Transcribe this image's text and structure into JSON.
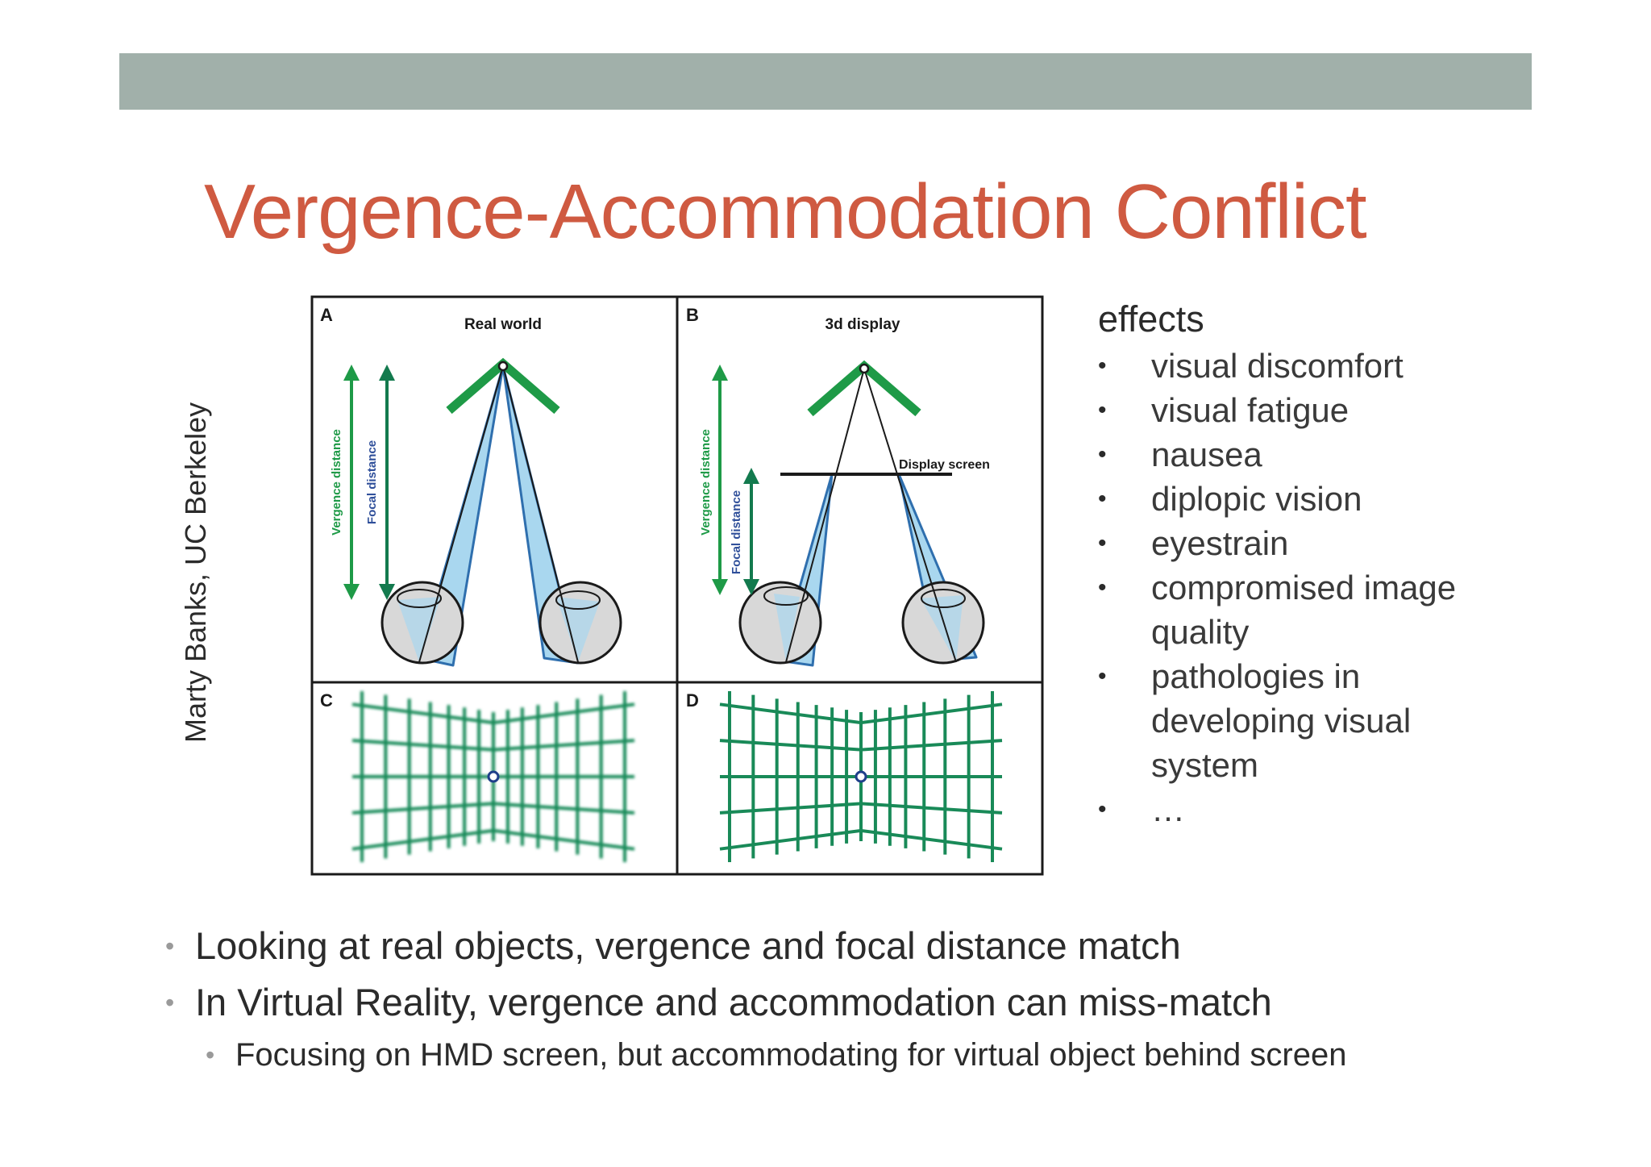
{
  "slide": {
    "title": "Vergence-Accommodation Conflict",
    "credit": "Marty Banks, UC Berkeley"
  },
  "figure": {
    "panels": [
      {
        "letter": "A",
        "caption": "Real world",
        "labels": [
          "Vergence distance",
          "Focal distance"
        ]
      },
      {
        "letter": "B",
        "caption": "3d display",
        "labels": [
          "Vergence distance",
          "Focal distance"
        ],
        "screen_label": "Display screen"
      },
      {
        "letter": "C"
      },
      {
        "letter": "D"
      }
    ],
    "colors": {
      "green": "#1e9a47",
      "dark_green": "#137a4e",
      "blue": "#2f6fae",
      "light_blue": "#a9d7ef",
      "grid_green": "#198a58",
      "eye_gray": "#d8d8d8"
    }
  },
  "effects": {
    "heading": "effects",
    "items": [
      "visual discomfort",
      "visual fatigue",
      "nausea",
      "diplopic vision",
      "eyestrain",
      "compromised image quality",
      "pathologies in developing visual system",
      "…"
    ]
  },
  "bullets": [
    {
      "text": "Looking at real objects, vergence and focal distance match",
      "level": 1
    },
    {
      "text": "In Virtual Reality, vergence and accommodation can miss-match",
      "level": 1
    },
    {
      "text": "Focusing on HMD screen, but accommodating for virtual object behind screen",
      "level": 2
    }
  ],
  "bullet_glyph": "•",
  "colors": {
    "title": "#cf5a41",
    "top_bar": "#a1b0aa",
    "text": "#2b2b2b"
  }
}
